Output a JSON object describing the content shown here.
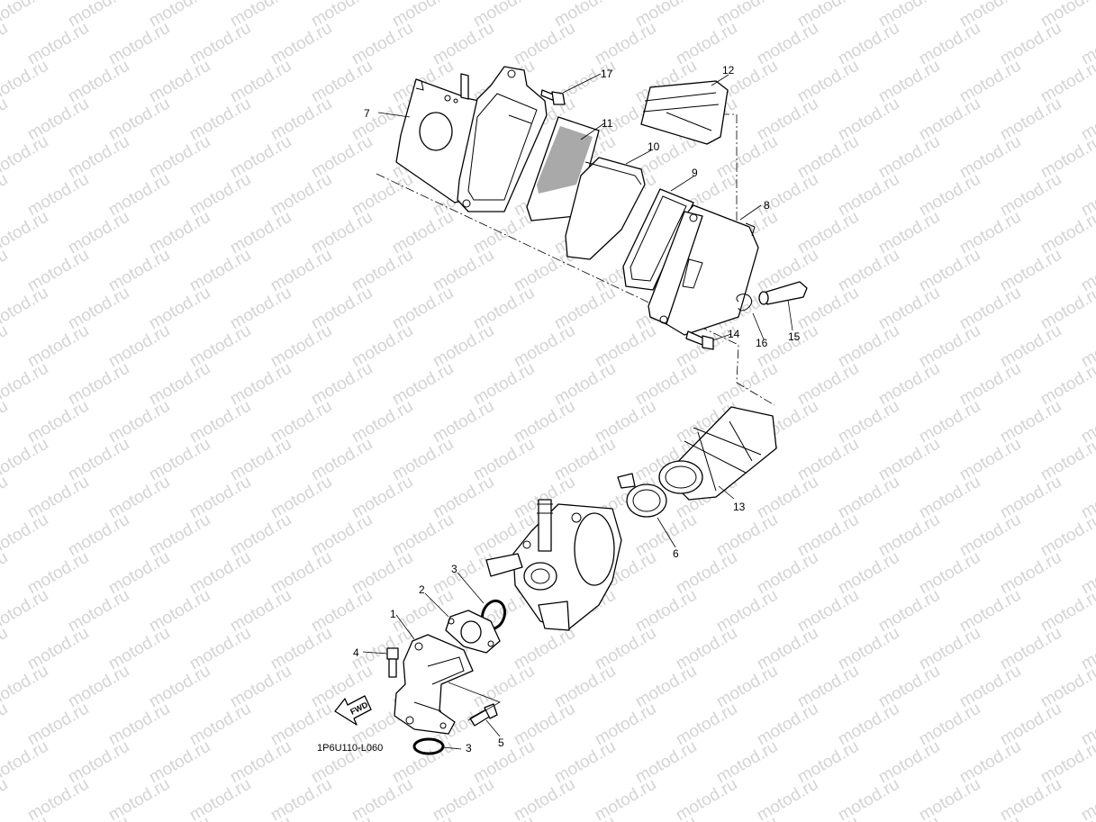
{
  "watermark": "motod.ru",
  "diagram_code": "1P6U110-L060",
  "fwd_label": "FWD",
  "callouts": [
    {
      "id": "c1",
      "text": "1"
    },
    {
      "id": "c2",
      "text": "2"
    },
    {
      "id": "c3a",
      "text": "3"
    },
    {
      "id": "c3b",
      "text": "3"
    },
    {
      "id": "c4",
      "text": "4"
    },
    {
      "id": "c5",
      "text": "5"
    },
    {
      "id": "c6",
      "text": "6"
    },
    {
      "id": "c7",
      "text": "7"
    },
    {
      "id": "c8",
      "text": "8"
    },
    {
      "id": "c9",
      "text": "9"
    },
    {
      "id": "c10",
      "text": "10"
    },
    {
      "id": "c11",
      "text": "11"
    },
    {
      "id": "c12",
      "text": "12"
    },
    {
      "id": "c13",
      "text": "13"
    },
    {
      "id": "c14",
      "text": "14"
    },
    {
      "id": "c15",
      "text": "15"
    },
    {
      "id": "c16",
      "text": "16"
    },
    {
      "id": "c17",
      "text": "17"
    }
  ]
}
